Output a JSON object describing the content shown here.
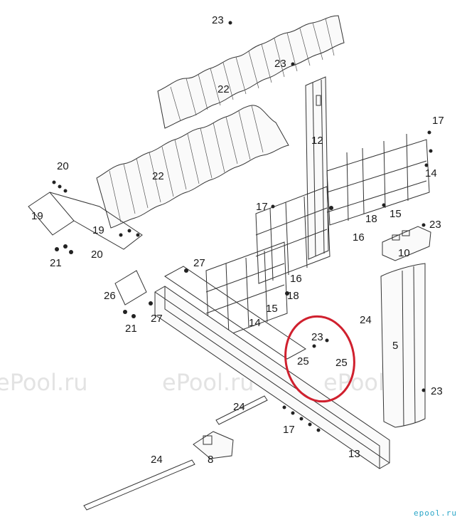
{
  "labels": {
    "l23a": "23",
    "l23b": "23",
    "l22a": "22",
    "l22b": "22",
    "l12": "12",
    "l17a": "17",
    "l14a": "14",
    "l20a": "20",
    "l19a": "19",
    "l19b": "19",
    "l17b": "17",
    "l18a": "18",
    "l15a": "15",
    "l23c": "23",
    "l16a": "16",
    "l10": "10",
    "l21a": "21",
    "l20b": "20",
    "l27a": "27",
    "l16b": "16",
    "l26": "26",
    "l18b": "18",
    "l27b": "27",
    "l15b": "15",
    "l14b": "14",
    "l21b": "21",
    "l24a": "24",
    "l5": "5",
    "l23d": "23",
    "l25a": "25",
    "l25b": "25",
    "l23e": "23",
    "l24b": "24",
    "l17c": "17",
    "l13": "13",
    "l8": "8",
    "l24c": "24"
  },
  "watermark": {
    "left": "ePool.ru",
    "middle": "ePool.ru",
    "right": "ePool.ru"
  },
  "logo": "epool.ru",
  "highlight_color": "#d0202e"
}
